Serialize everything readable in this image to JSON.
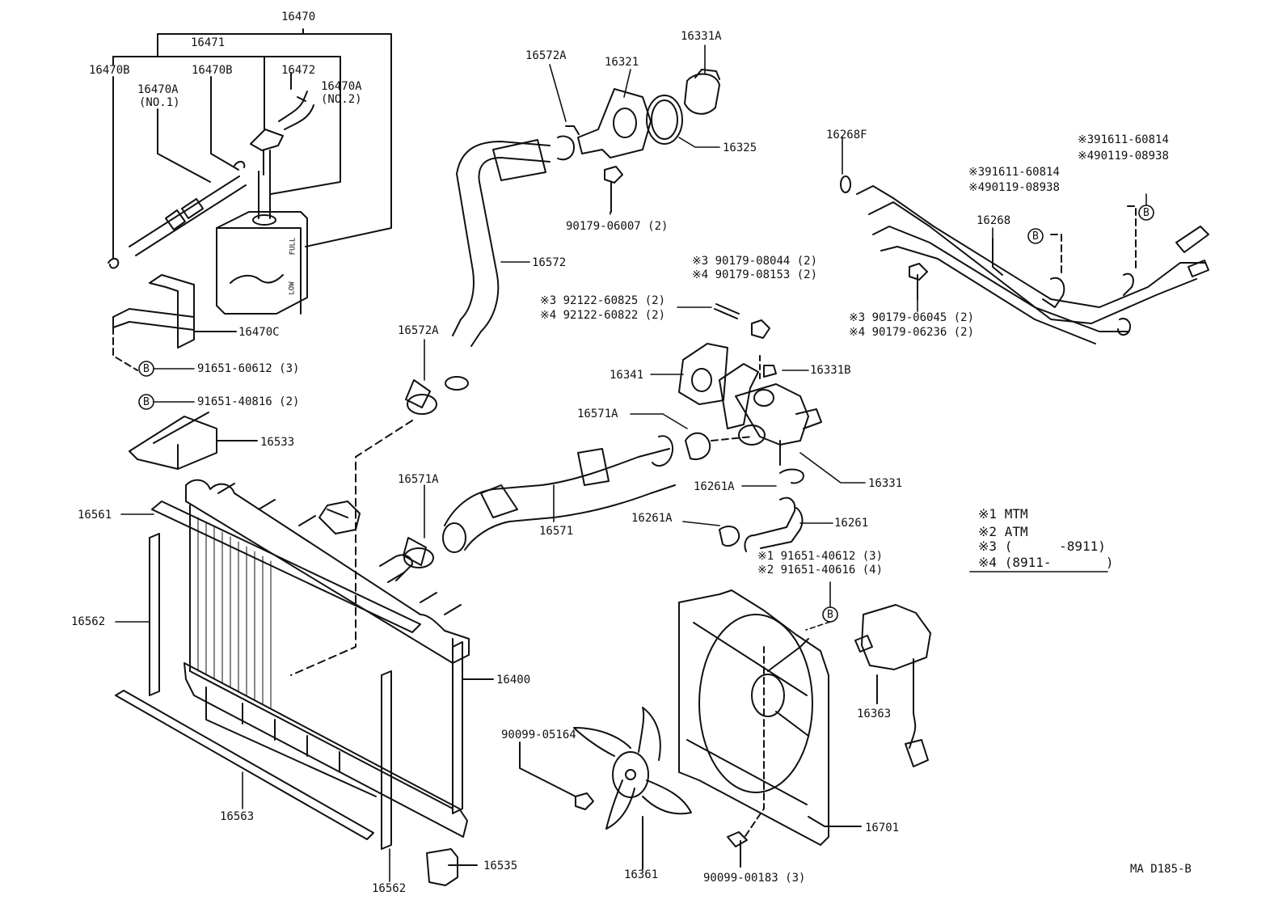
{
  "labels": {
    "p16470": "16470",
    "p16471": "16471",
    "p16470B_a": "16470B",
    "p16470B_b": "16470B",
    "p16472": "16472",
    "p16470A_1": "16470A",
    "p16470A_1n": "(NO.1)",
    "p16470A_2": "16470A",
    "p16470A_2n": "(NO.2)",
    "p16470C": "16470C",
    "p91651_60612": "91651-60612 (3)",
    "p91651_40816": "91651-40816 (2)",
    "p16533": "16533",
    "p16572A_a": "16572A",
    "p16321": "16321",
    "p16331A": "16331A",
    "p16325": "16325",
    "p90179_06007": "90179-06007 (2)",
    "p16572": "16572",
    "p16572A_b": "16572A",
    "p16268F": "16268F",
    "n3_91611_a": "※391611-60814",
    "n4_90119_a": "※490119-08938",
    "n3_91611_b": "※391611-60814",
    "n4_90119_b": "※490119-08938",
    "p16268": "16268",
    "n3_90179_06045": "※3 90179-06045 (2)",
    "n4_90179_06236": "※4 90179-06236 (2)",
    "n3_90179_08044": "※3 90179-08044 (2)",
    "n4_90179_08153": "※4 90179-08153 (2)",
    "n3_92122_60825": "※3 92122-60825 (2)",
    "n4_92122_60822": "※4 92122-60822 (2)",
    "p16341": "16341",
    "p16331B": "16331B",
    "p16571A_a": "16571A",
    "p16331": "16331",
    "p16261A_a": "16261A",
    "p16571A_b": "16571A",
    "p16571": "16571",
    "p16261A_b": "16261A",
    "p16261": "16261",
    "n1_91651_40612": "※1 91651-40612 (3)",
    "n2_91651_40616": "※2 91651-40616 (4)",
    "p16561": "16561",
    "p16562_a": "16562",
    "p16400": "16400",
    "p90099_05164": "90099-05164",
    "p16363": "16363",
    "p16563": "16563",
    "p16701": "16701",
    "p16361": "16361",
    "p16535": "16535",
    "p16562_b": "16562",
    "p90099_00183": "90099-00183 (3)",
    "ref": "MA D185-B"
  },
  "callout_B": "B",
  "legend": [
    {
      "mark": "※1",
      "text": "MTM"
    },
    {
      "mark": "※2",
      "text": "ATM"
    },
    {
      "mark": "※3",
      "text": "(      -8911)"
    },
    {
      "mark": "※4",
      "text": "(8911-       )"
    }
  ],
  "tank_text": {
    "full": "FULL",
    "low": "LOW"
  }
}
